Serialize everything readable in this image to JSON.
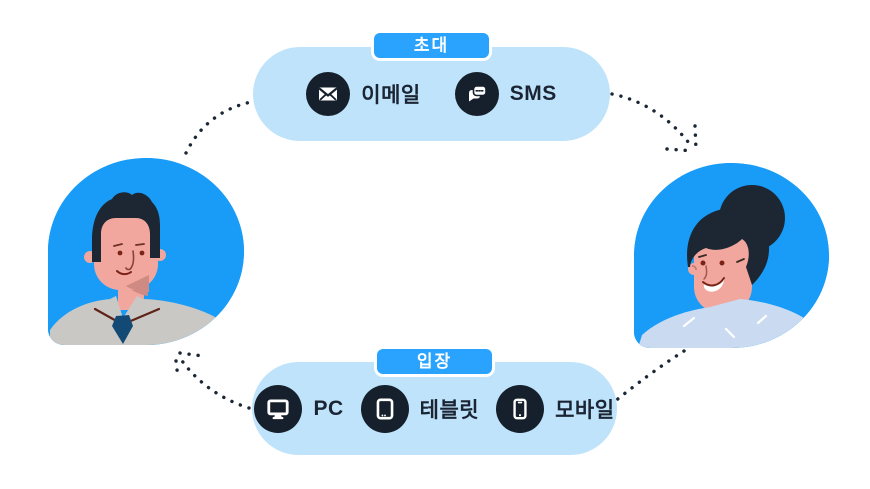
{
  "diagram": {
    "title_implied": "invitation-and-entry-flow",
    "colors": {
      "accent_blue": "#189CF8",
      "badge_blue": "#2AA3FE",
      "pill_light_blue": "#BEE3FA",
      "icon_circle_dark": "#16202C",
      "label_dark": "#1A2433",
      "arrow_dot": "#1C2736",
      "skin": "#F2A79E",
      "skin_shadow": "#CF8B83",
      "hair": "#1D2733",
      "man_shirt_gray": "#C9C8C5",
      "man_tie_navy": "#134A75",
      "woman_shirt_blue": "#C9DAF1"
    },
    "invite": {
      "badge": "초대",
      "items": [
        {
          "icon": "email-icon",
          "label": "이메일"
        },
        {
          "icon": "sms-icon",
          "label": "SMS"
        }
      ]
    },
    "enter": {
      "badge": "입장",
      "items": [
        {
          "icon": "pc-icon",
          "label": "PC"
        },
        {
          "icon": "tablet-icon",
          "label": "테블릿"
        },
        {
          "icon": "mobile-icon",
          "label": "모바일"
        }
      ]
    },
    "avatars": {
      "left": "inviter-man",
      "right": "invitee-woman"
    },
    "flow": [
      "inviter-man -> invite-pill",
      "invite-pill -> invitee-woman (arrow)",
      "invitee-woman -> enter-pill",
      "enter-pill -> inviter-man (arrow)"
    ]
  }
}
